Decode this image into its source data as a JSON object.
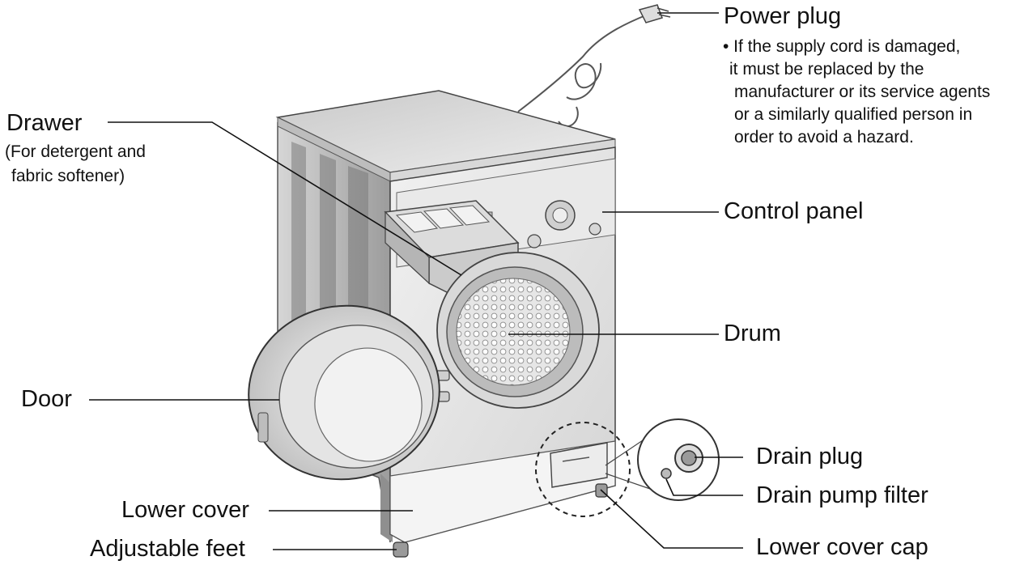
{
  "labels": {
    "power_plug": "Power plug",
    "power_plug_note": [
      "• If the supply cord is damaged,",
      "it must be replaced by the",
      "manufacturer or its service agents",
      "or a similarly qualified person in",
      "order to avoid a hazard."
    ],
    "drawer": "Drawer",
    "drawer_note": [
      "(For detergent and",
      "fabric softener)"
    ],
    "control_panel": "Control panel",
    "drum": "Drum",
    "door": "Door",
    "drain_plug": "Drain plug",
    "drain_pump_filter": "Drain pump filter",
    "lower_cover": "Lower cover",
    "lower_cover_cap": "Lower cover cap",
    "adjustable_feet": "Adjustable feet"
  },
  "colors": {
    "text": "#111111",
    "line": "#111111",
    "machine_body": "#e4e4e4",
    "machine_shadow": "#9a9a9a"
  }
}
